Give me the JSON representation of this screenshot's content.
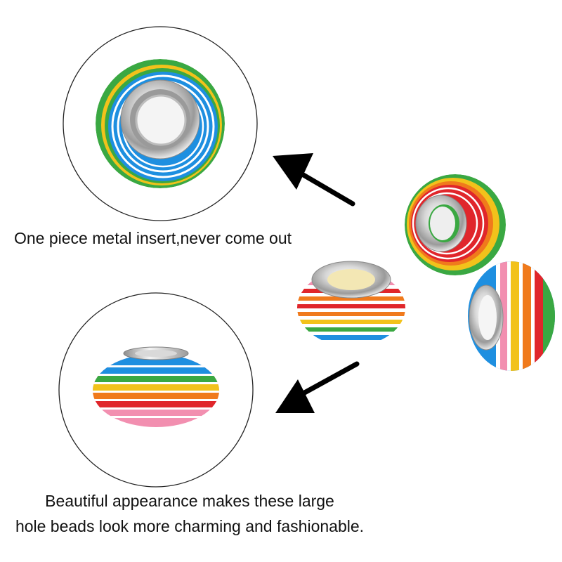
{
  "captions": {
    "top": "One piece metal insert,never come out",
    "bottom_line1": "Beautiful appearance makes these large",
    "bottom_line2": "hole beads look more charming and fashionable."
  },
  "colors": {
    "background": "#ffffff",
    "circle_outline": "#222222",
    "arrow": "#000000",
    "blue": "#1e8fe0",
    "green": "#3aa842",
    "yellow": "#f2c21b",
    "orange": "#f07a1c",
    "red": "#e0262b",
    "pink": "#f28fb0",
    "white_stripe": "#ffffff",
    "metal": "#c9c9c9"
  },
  "icons": [
    "arrow-up-left-icon",
    "arrow-down-left-icon"
  ]
}
